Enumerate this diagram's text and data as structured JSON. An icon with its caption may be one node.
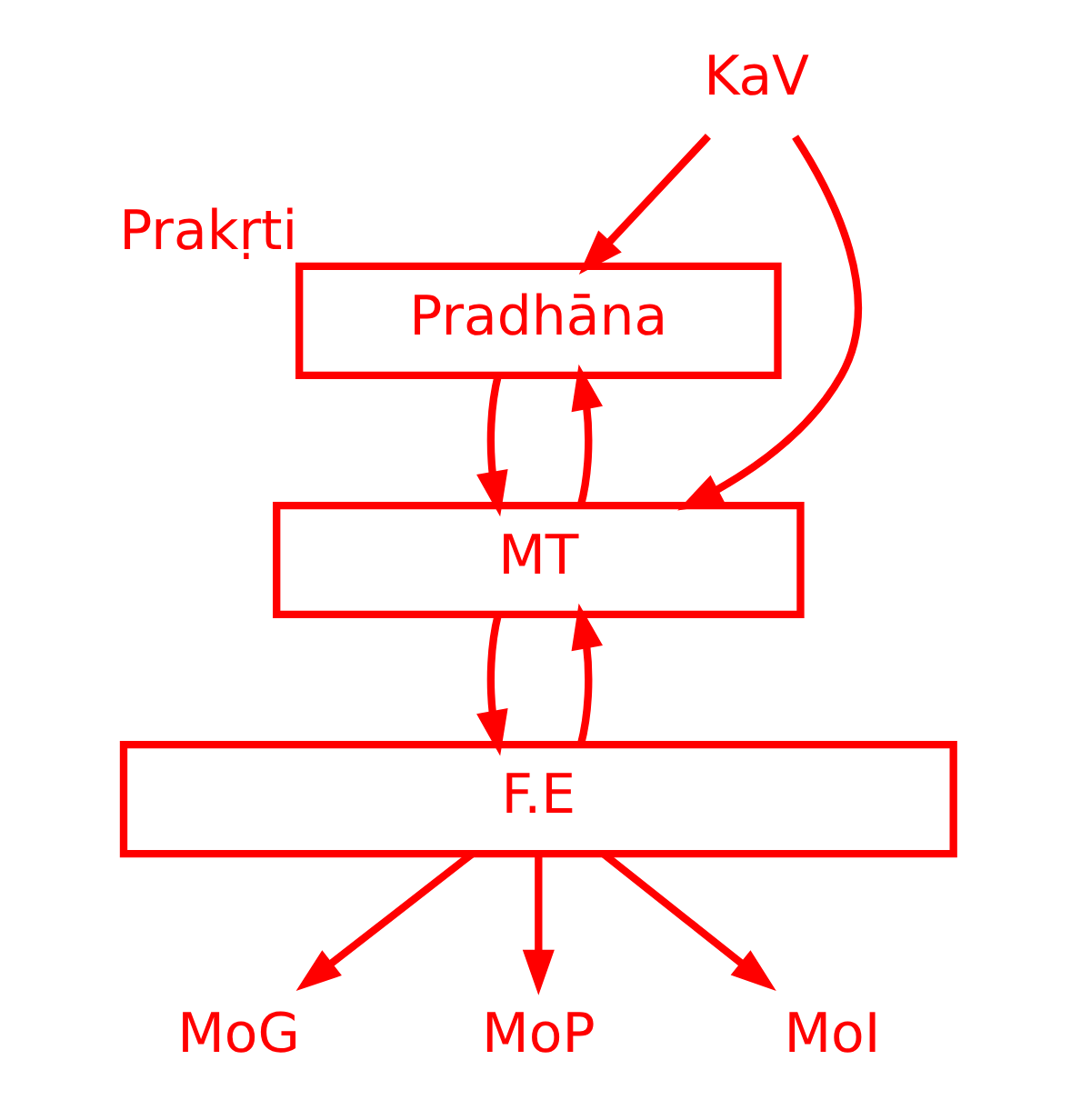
{
  "diagram": {
    "nodes": [
      {
        "text": [
          "KaV"
        ]
      },
      {
        "text": [
          "Pradhāna"
        ],
        "beside": [
          "Prakṛti"
        ]
      },
      {
        "text": [
          "MT"
        ]
      },
      {
        "text": [
          "F.E"
        ]
      },
      {
        "text": [
          "MoG"
        ]
      },
      {
        "text": [
          "MoP"
        ]
      },
      {
        "text": [
          "MoI"
        ]
      }
    ],
    "edges": [
      {
        "from": 0,
        "to": 1,
        "arrow": "to"
      },
      {
        "from": 0,
        "to": 2,
        "arrow": "to"
      },
      {
        "from": 2,
        "to": 1,
        "arrow": "to"
      },
      {
        "from": 1,
        "to": 2,
        "arrow": "to"
      },
      {
        "from": 3,
        "to": 2,
        "arrow": "to"
      },
      {
        "from": 2,
        "to": 3,
        "arrow": "to"
      },
      {
        "from": 3,
        "to": 4,
        "arrow": "to"
      },
      {
        "from": 3,
        "to": 5,
        "arrow": "to"
      },
      {
        "from": 3,
        "to": 6,
        "arrow": "to"
      }
    ]
  }
}
